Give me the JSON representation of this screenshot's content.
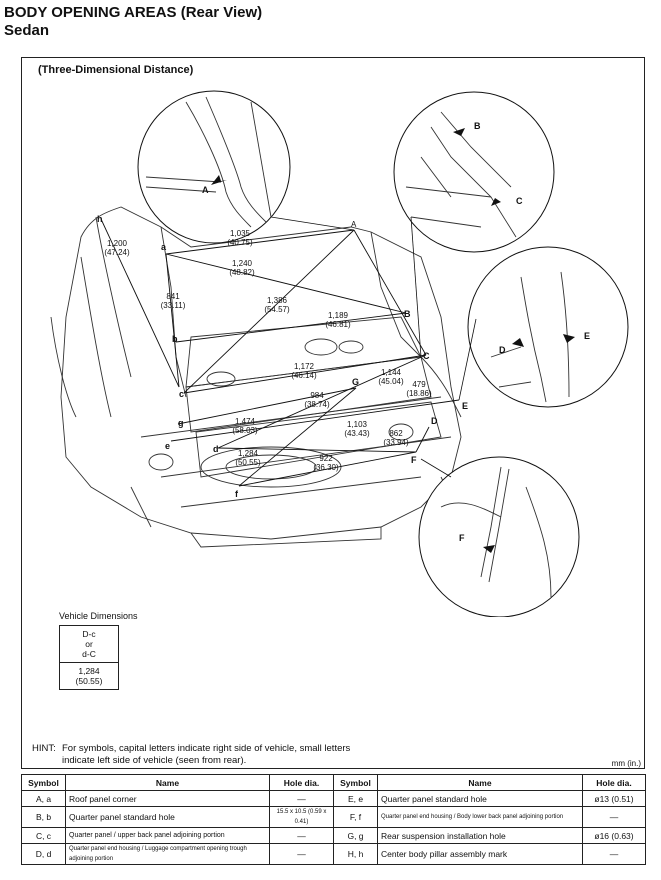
{
  "header": {
    "title": "BODY OPENING AREAS (Rear View)",
    "subtitle": "Sedan"
  },
  "figure": {
    "caption": "(Three-Dimensional Distance)",
    "points": {
      "A_main": "A",
      "A_detail": "A",
      "B": "B",
      "B_detail": "B",
      "C": "C",
      "C_detail": "C",
      "D": "D",
      "D_detail": "D",
      "E": "E",
      "E_detail": "E",
      "F": "F",
      "F_detail": "F",
      "G": "G",
      "a": "a",
      "b": "b",
      "c": "c",
      "d": "d",
      "e": "e",
      "f": "f",
      "g": "g",
      "h": "h"
    },
    "dimensions": [
      {
        "id": "h-c",
        "mm": "1,200",
        "in": "(47.24)"
      },
      {
        "id": "a-A",
        "mm": "1,035",
        "in": "(40.75)"
      },
      {
        "id": "a-B",
        "mm": "1,240",
        "in": "(48.82)"
      },
      {
        "id": "a-c",
        "mm": "841",
        "in": "(33.11)"
      },
      {
        "id": "A-c",
        "mm": "1,386",
        "in": "(54.57)"
      },
      {
        "id": "b-B",
        "mm": "1,189",
        "in": "(46.81)"
      },
      {
        "id": "c-C",
        "mm": "1,172",
        "in": "(46.14)"
      },
      {
        "id": "d-C",
        "mm": "1,144",
        "in": "(45.04)"
      },
      {
        "id": "A-C",
        "mm": "479",
        "in": "(18.86)"
      },
      {
        "id": "g-G",
        "mm": "984",
        "in": "(38.74)"
      },
      {
        "id": "e-E",
        "mm": "1,474",
        "in": "(58.03)"
      },
      {
        "id": "d-E",
        "mm": "1,103",
        "in": "(43.43)"
      },
      {
        "id": "D-F",
        "mm": "862",
        "in": "(33.94)"
      },
      {
        "id": "d-f",
        "mm": "1,284",
        "in": "(50.55)"
      },
      {
        "id": "f-F",
        "mm": "922",
        "in": "(36.30)"
      }
    ]
  },
  "vehicle_dimensions": {
    "title": "Vehicle Dimensions",
    "line1": "D-c",
    "line2": "or",
    "line3": "d-C",
    "value_mm": "1,284",
    "value_in": "(50.55)"
  },
  "hint": {
    "label": "HINT:",
    "text": "For symbols, capital letters indicate right side of vehicle, small letters indicate left side of vehicle (seen from rear)."
  },
  "unit_note": "mm (in.)",
  "table": {
    "headers": [
      "Symbol",
      "Name",
      "Hole dia.",
      "Symbol",
      "Name",
      "Hole dia."
    ],
    "rows": [
      {
        "sym1": "A, a",
        "name1": "Roof panel corner",
        "hole1": "—",
        "sym2": "E, e",
        "name2": "Quarter panel standard hole",
        "hole2": "ø13 (0.51)"
      },
      {
        "sym1": "B, b",
        "name1": "Quarter panel standard hole",
        "hole1": "15.5 x 10.5 (0.59 x 0.41)",
        "sym2": "F, f",
        "name2": "Quarter panel end housing / Body lower back panel adjoining portion",
        "hole2": "—"
      },
      {
        "sym1": "C, c",
        "name1": "Quarter panel / upper back panel adjoining portion",
        "hole1": "—",
        "sym2": "G, g",
        "name2": "Rear suspension installation hole",
        "hole2": "ø16 (0.63)"
      },
      {
        "sym1": "D, d",
        "name1": "Quarter panel end housing / Luggage compartment opening trough adjoining portion",
        "hole1": "—",
        "sym2": "H, h",
        "name2": "Center body pillar assembly mark",
        "hole2": "—"
      }
    ]
  }
}
